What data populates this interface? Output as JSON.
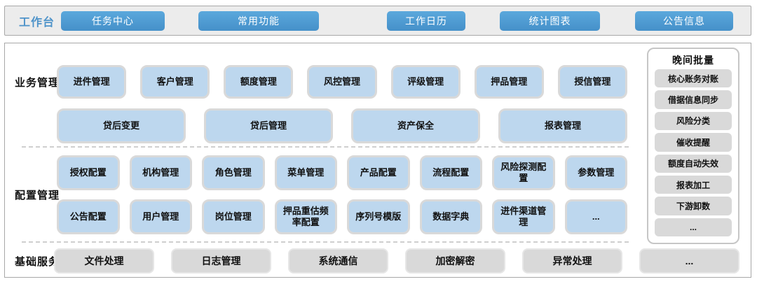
{
  "topbar": {
    "label": "工作台",
    "buttons": [
      "任务中心",
      "常用功能",
      "工作日历",
      "统计图表",
      "公告信息"
    ]
  },
  "sections": {
    "business": {
      "label": "业务管理",
      "row1": [
        "进件管理",
        "客户管理",
        "额度管理",
        "风控管理",
        "评级管理",
        "押品管理",
        "授信管理"
      ],
      "row2": [
        "贷后变更",
        "贷后管理",
        "资产保全",
        "报表管理"
      ]
    },
    "config": {
      "label": "配置管理",
      "row1": [
        "授权配置",
        "机构管理",
        "角色管理",
        "菜单管理",
        "产品配置",
        "流程配置",
        "风险探测配置",
        "参数管理"
      ],
      "row2": [
        "公告配置",
        "用户管理",
        "岗位管理",
        "押品重估频率配置",
        "序列号模版",
        "数据字典",
        "进件渠道管理",
        "..."
      ]
    },
    "base": {
      "label": "基础服务",
      "row": [
        "文件处理",
        "日志管理",
        "系统通信",
        "加密解密",
        "异常处理",
        "..."
      ]
    }
  },
  "night_batch": {
    "title": "晚间批量",
    "items": [
      "核心账务对账",
      "借据信息同步",
      "风险分类",
      "催收提醒",
      "额度自动失效",
      "报表加工",
      "下游卸数",
      "..."
    ]
  },
  "colors": {
    "accent_blue": "#4a97d2",
    "light_blue_card": "#bdd7ee",
    "gray_card": "#d9d9d9",
    "label_blue": "#4e93c9"
  }
}
